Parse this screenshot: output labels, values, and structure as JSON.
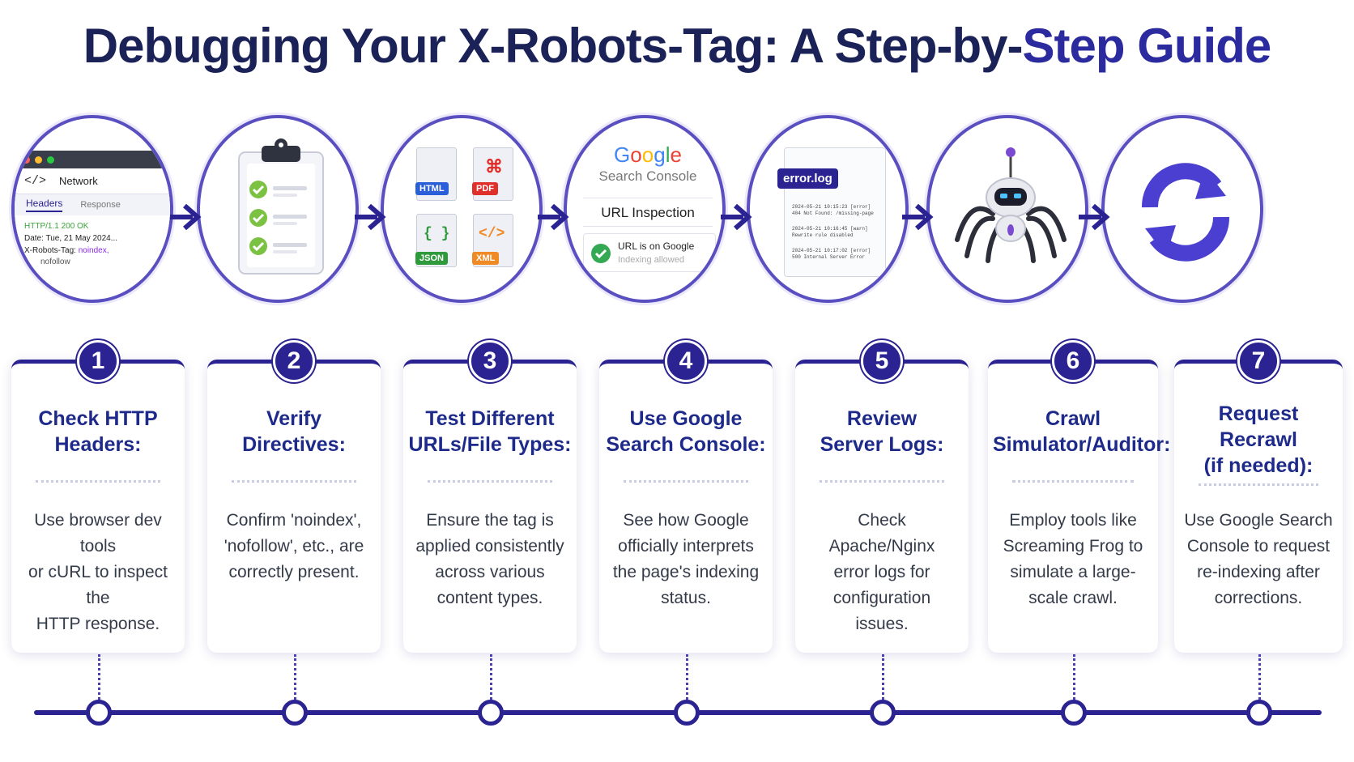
{
  "title": {
    "main": "Debugging Your X-Robots-Tag: A Step-by-",
    "accent": "Step Guide"
  },
  "illustrations": {
    "step1": {
      "code_icon": "</>",
      "panel_label": "Network",
      "tab_headers": "Headers",
      "tab_response": "Response",
      "status_line": "HTTP/1.1 200 OK",
      "date_line": "Date: Tue, 21 May 2024...",
      "header_name": "X-Robots-Tag:",
      "header_value": "noindex,",
      "header_value2": "nofollow"
    },
    "step2": {
      "icon": "clipboard-checklist-icon"
    },
    "step3": {
      "files": [
        "HTML",
        "PDF",
        "JSON",
        "XML"
      ],
      "json_glyph": "{ }",
      "xml_glyph": "</>"
    },
    "step4": {
      "brand": "Google",
      "product": "Search Console",
      "tool": "URL Inspection",
      "status": "URL is on Google",
      "substatus": "Indexing allowed"
    },
    "step5": {
      "file": "error.log",
      "lines": [
        "2024-05-21 10:15:23 [error]",
        "404 Not Found: /missing-page",
        "2024-05-21 10:16:45 [warn]",
        "Rewrite rule disabled",
        "2024-05-21 10:17:02 [error]",
        "500 Internal Server Error"
      ]
    },
    "step6": {
      "icon": "robot-spider-icon"
    },
    "step7": {
      "icon": "refresh-icon"
    }
  },
  "steps": [
    {
      "number": "1",
      "title": "Check HTTP\nHeaders:",
      "body": "Use browser dev tools\nor cURL to inspect the\nHTTP response."
    },
    {
      "number": "2",
      "title": "Verify\nDirectives:",
      "body": "Confirm 'noindex',\n'nofollow', etc., are\ncorrectly present."
    },
    {
      "number": "3",
      "title": "Test Different\nURLs/File Types:",
      "body": "Ensure the tag is\napplied consistently\nacross various\ncontent types."
    },
    {
      "number": "4",
      "title": "Use Google\nSearch Console:",
      "body": "See how Google\nofficially interprets\nthe page's indexing\nstatus."
    },
    {
      "number": "5",
      "title": "Review\nServer Logs:",
      "body": "Check Apache/Nginx\nerror logs for\nconfiguration\nissues."
    },
    {
      "number": "6",
      "title": "Crawl\nSimulator/Auditor:",
      "body": "Employ tools like\nScreaming Frog to\nsimulate a large-\nscale crawl."
    },
    {
      "number": "7",
      "title": "Request\nRecrawl\n(if needed):",
      "body": "Use Google Search\nConsole to request\nre-indexing after\ncorrections."
    }
  ],
  "colors": {
    "navy": "#1b2257",
    "indigo": "#2a2391",
    "ring": "#5a4fc0",
    "title_blue": "#1e2a8a",
    "check_green": "#7cc242"
  }
}
